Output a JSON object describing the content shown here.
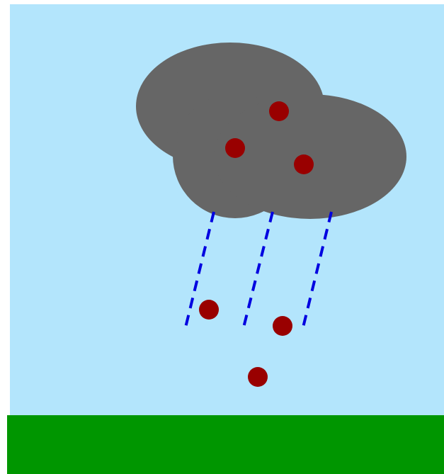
{
  "scene": {
    "colors": {
      "background": "#ffffff",
      "sky": "#b3e5fc",
      "ground": "#009600",
      "cloud": "#666666",
      "rain": "#0000e0",
      "particle": "#990000"
    },
    "icons": {
      "cloud": "cloud-icon",
      "rain": "rain-streak-icon",
      "particle": "particle-dot-icon"
    },
    "rain_streak_count": 3,
    "particles_in_cloud": 3,
    "particles_falling": 3
  }
}
